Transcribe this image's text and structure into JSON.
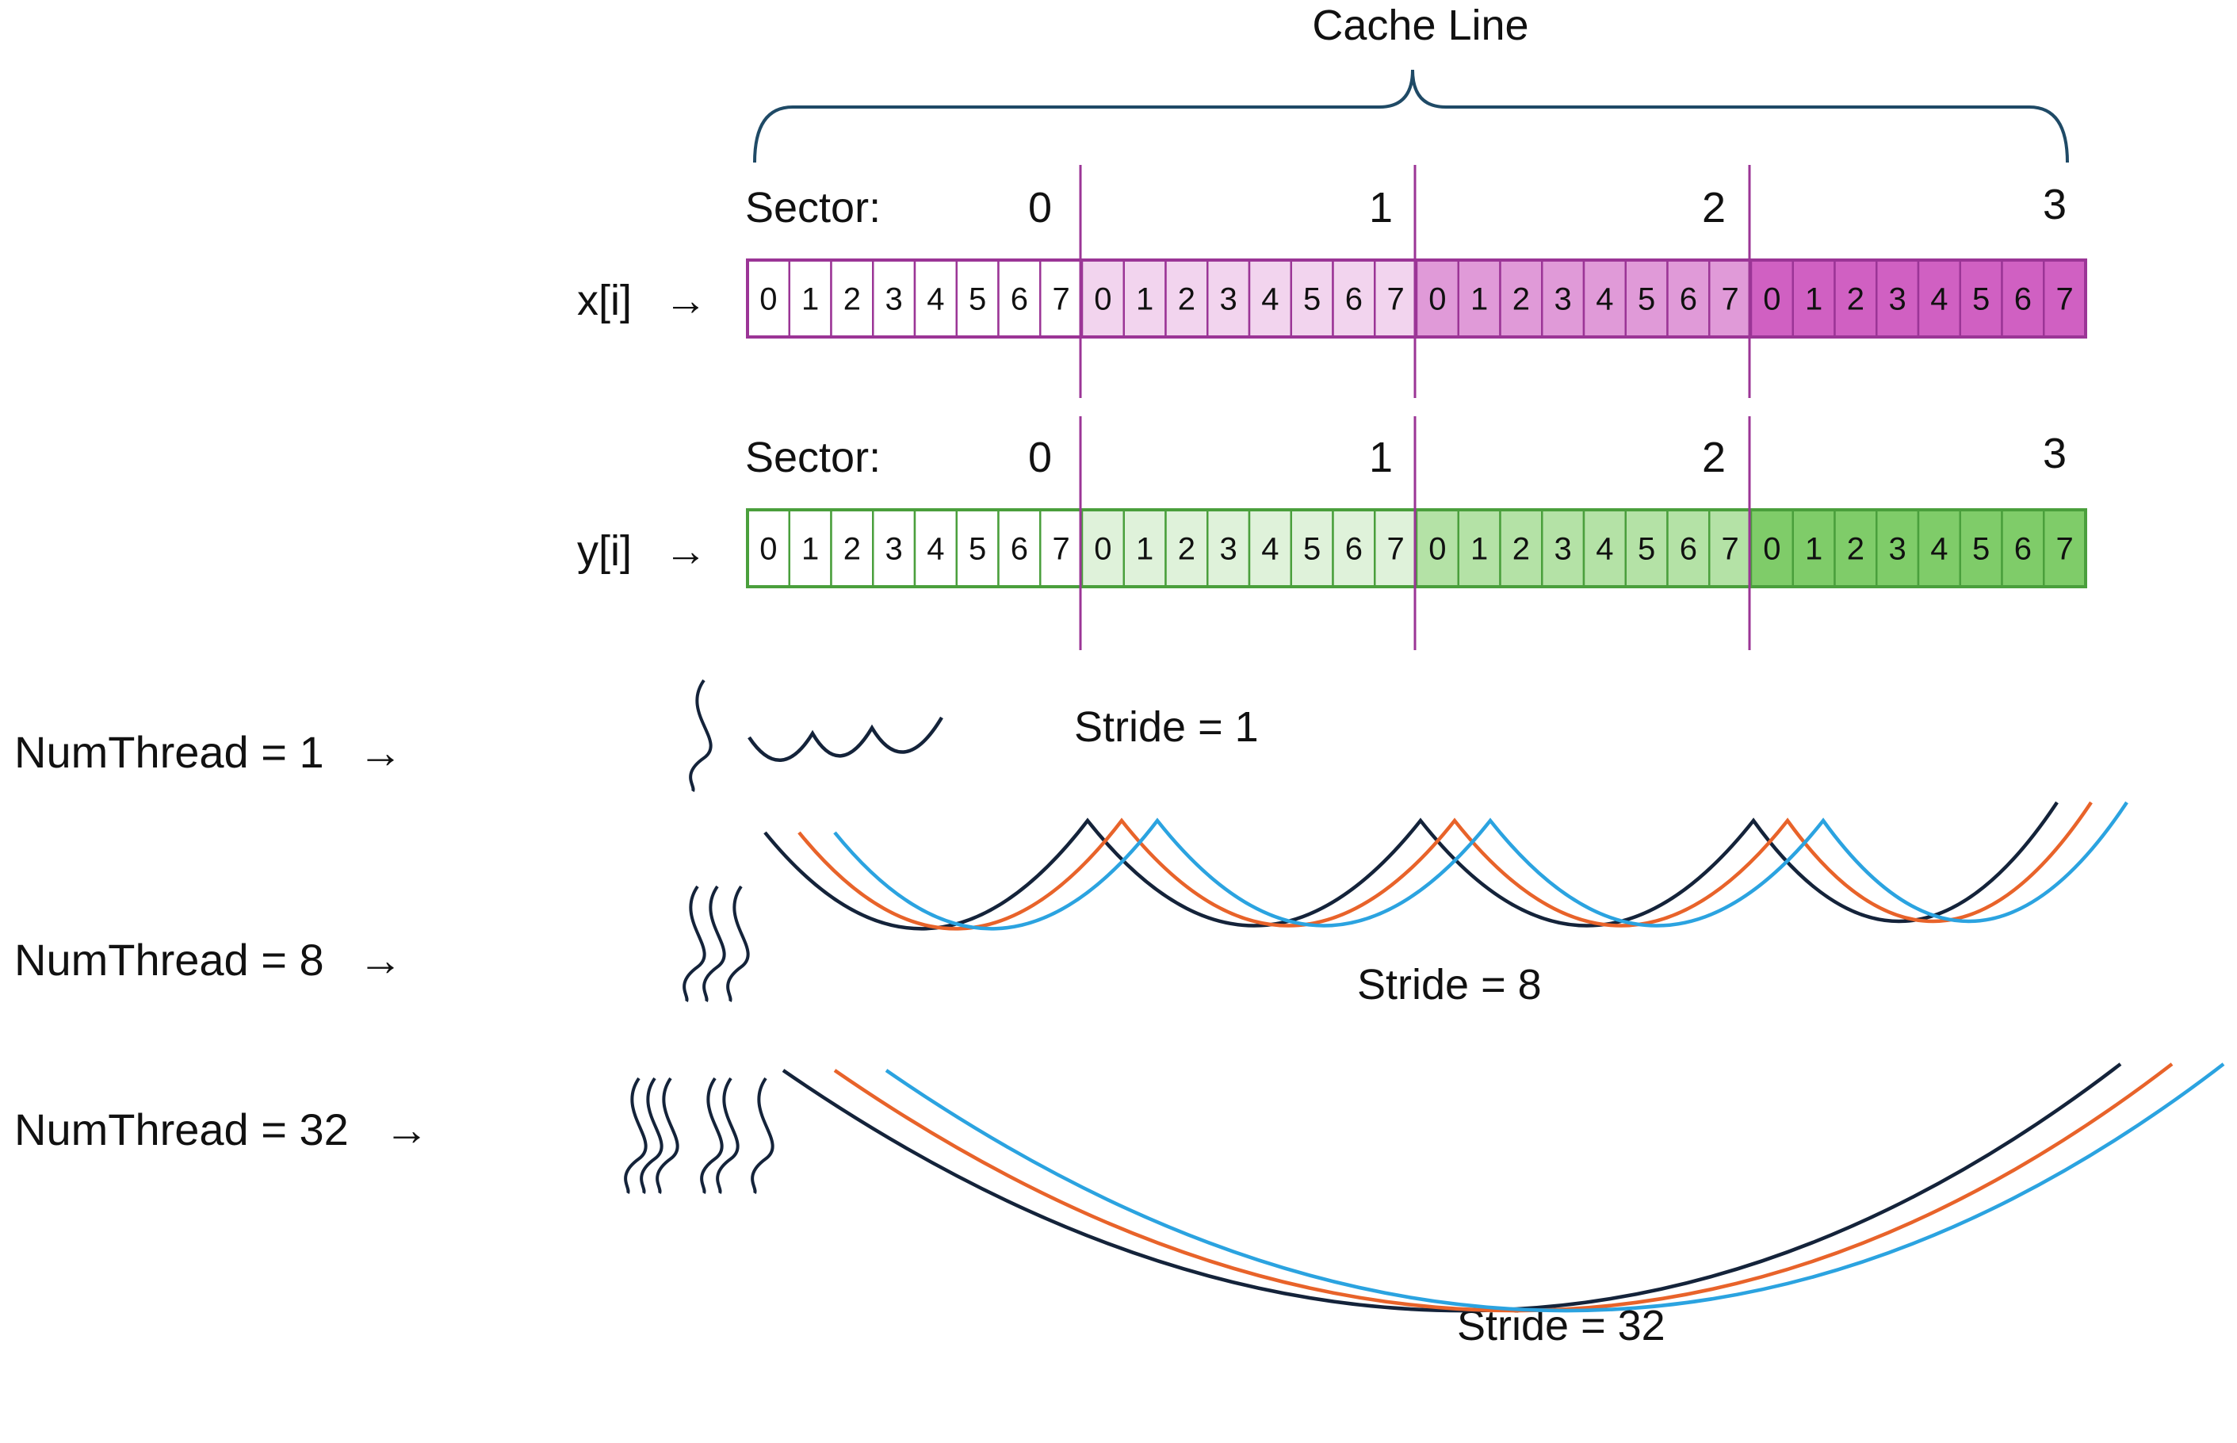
{
  "cache_line_label": "Cache Line",
  "arrays": [
    {
      "id": "x",
      "label": "x[i]",
      "arrow": "→",
      "sector_prefix": "Sector:",
      "sectors": [
        "0",
        "1",
        "2",
        "3"
      ],
      "cell_values": [
        "0",
        "1",
        "2",
        "3",
        "4",
        "5",
        "6",
        "7"
      ],
      "sector_fills": [
        "#ffffff",
        "#f2d4ee",
        "#e09ad8",
        "#d060c2"
      ],
      "border_color": "#9b3596",
      "divider_color": "#9b3596"
    },
    {
      "id": "y",
      "label": "y[i]",
      "arrow": "→",
      "sector_prefix": "Sector:",
      "sectors": [
        "0",
        "1",
        "2",
        "3"
      ],
      "cell_values": [
        "0",
        "1",
        "2",
        "3",
        "4",
        "5",
        "6",
        "7"
      ],
      "sector_fills": [
        "#ffffff",
        "#dff2da",
        "#b4e2a6",
        "#7fcc69"
      ],
      "border_color": "#4a9f3c",
      "divider_color": "#9b3596"
    }
  ],
  "thread_rows": [
    {
      "label": "NumThread = 1",
      "arrow": "→",
      "stride_label": "Stride = 1",
      "threads_shown": 1
    },
    {
      "label": "NumThread = 8",
      "arrow": "→",
      "stride_label": "Stride = 8",
      "threads_shown": 3
    },
    {
      "label": "NumThread = 32",
      "arrow": "→",
      "stride_label": "Stride = 32",
      "threads_shown": 6
    }
  ],
  "wave_colors": [
    "#14233a",
    "#e8632a",
    "#2ba3e0"
  ],
  "brace_color": "#1f4a66"
}
